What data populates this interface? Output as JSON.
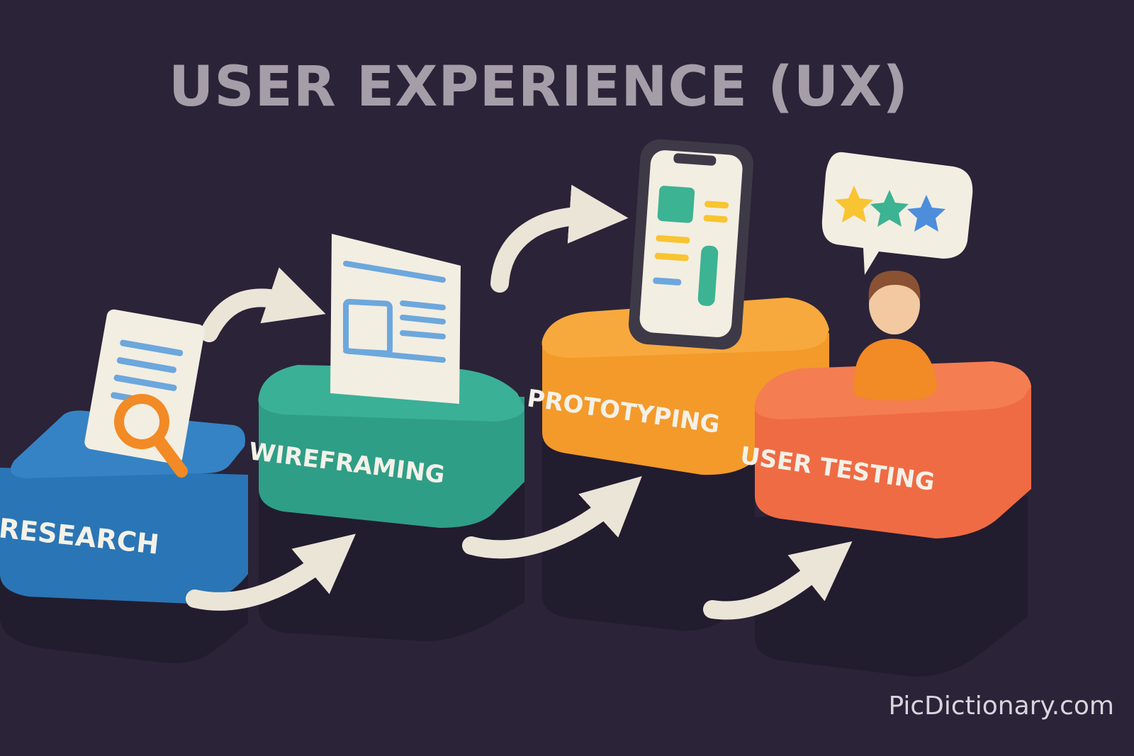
{
  "title": "USER EXPERIENCE (UX)",
  "watermark": "PicDictionary.com",
  "steps": [
    {
      "label": "RESEARCH",
      "color": "#2a75b5",
      "icon": "document-magnifier-icon"
    },
    {
      "label": "WIREFRAMING",
      "color": "#2f9e86",
      "icon": "wireframe-card-icon"
    },
    {
      "label": "PROTOTYPING",
      "color": "#f39a2b",
      "icon": "mobile-prototype-icon"
    },
    {
      "label": "USER TESTING",
      "color": "#ef6b44",
      "icon": "user-feedback-icon"
    }
  ],
  "colors": {
    "background": "#2b2338",
    "block_base": "#221c2f",
    "arrow": "#ebe5d8",
    "card": "#f3eee2",
    "line_blue": "#6ca7dd",
    "accent_orange": "#f28a25",
    "accent_teal": "#3cb393",
    "star_yellow": "#f8c431",
    "star_teal": "#3cb393",
    "star_blue": "#4c8edb"
  }
}
